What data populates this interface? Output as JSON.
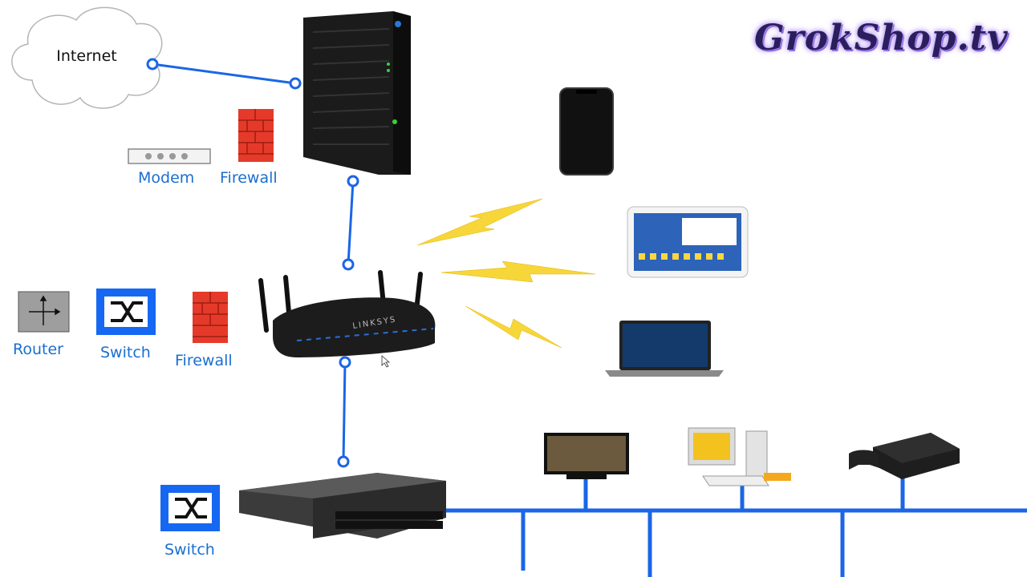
{
  "brand": "GrokShop.tv",
  "cloud": {
    "label": "Internet"
  },
  "legend_top": {
    "modem": "Modem",
    "firewall": "Firewall"
  },
  "legend_mid": {
    "router": "Router",
    "switch": "Switch",
    "firewall": "Firewall"
  },
  "legend_bottom": {
    "switch": "Switch"
  },
  "devices": {
    "router_brand": "LINKSYS"
  },
  "colors": {
    "link": "#1a66e6",
    "lightning": "#f7d63a",
    "firewall": "#e53a2a",
    "switch_icon_bg": "#1668f2",
    "label": "#1a6fd1"
  }
}
